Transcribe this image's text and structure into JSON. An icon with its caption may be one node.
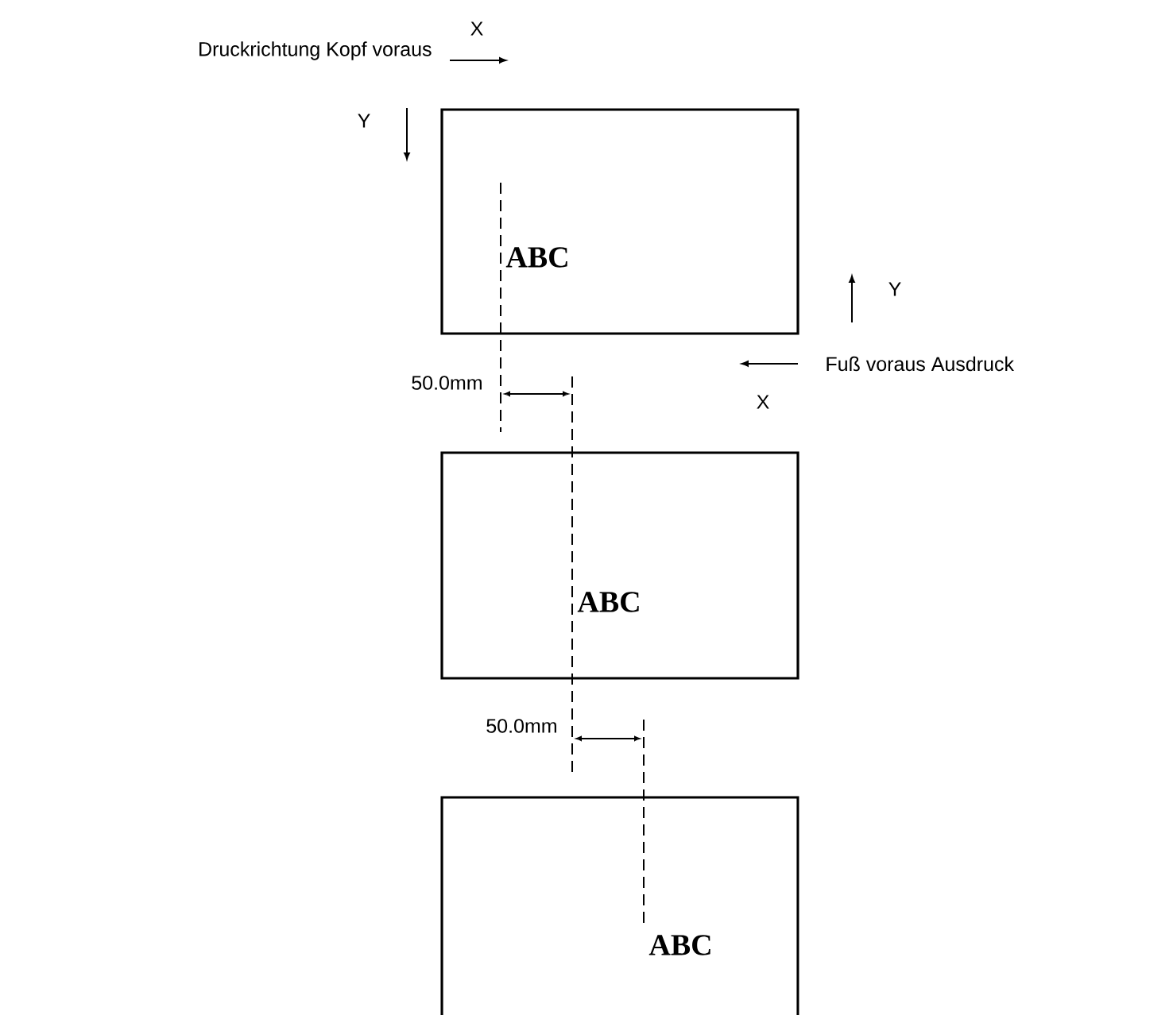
{
  "diagram": {
    "nodes": [
      {
        "text": [
          "ABC"
        ]
      },
      {
        "text": [
          "ABC"
        ]
      },
      {
        "text": [
          "ABC"
        ]
      }
    ],
    "labels": [
      "Druckrichtung Kopf voraus",
      "X",
      "Y",
      "Y",
      "Fuß voraus Ausdruck",
      "X",
      "50.0mm",
      "50.0mm"
    ]
  }
}
